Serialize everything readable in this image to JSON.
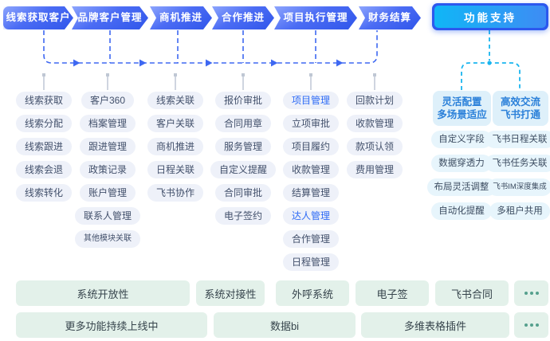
{
  "flow": {
    "steps": [
      {
        "label": "线索获取客户",
        "items": [
          {
            "label": "线索获取"
          },
          {
            "label": "线索分配"
          },
          {
            "label": "线索跟进"
          },
          {
            "label": "线索会退"
          },
          {
            "label": "线索转化"
          }
        ]
      },
      {
        "label": "品牌客户管理",
        "items": [
          {
            "label": "客户360"
          },
          {
            "label": "档案管理"
          },
          {
            "label": "跟进管理"
          },
          {
            "label": "政策记录"
          },
          {
            "label": "账户管理"
          },
          {
            "label": "联系人管理"
          },
          {
            "label": "其他模块关联",
            "small": true
          }
        ]
      },
      {
        "label": "商机推进",
        "items": [
          {
            "label": "线索关联"
          },
          {
            "label": "客户关联"
          },
          {
            "label": "商机推进"
          },
          {
            "label": "日程关联"
          },
          {
            "label": "飞书协作"
          }
        ]
      },
      {
        "label": "合作推进",
        "items": [
          {
            "label": "报价审批"
          },
          {
            "label": "合同用章"
          },
          {
            "label": "服务管理"
          },
          {
            "label": "自定义提醒"
          },
          {
            "label": "合同审批"
          },
          {
            "label": "电子签约"
          }
        ]
      },
      {
        "label": "项目执行管理",
        "items": [
          {
            "label": "项目管理",
            "accent": true
          },
          {
            "label": "立项审批"
          },
          {
            "label": "项目履约"
          },
          {
            "label": "收款管理"
          },
          {
            "label": "结算管理"
          },
          {
            "label": "达人管理",
            "accent": true
          },
          {
            "label": "合作管理"
          },
          {
            "label": "日程管理"
          }
        ]
      },
      {
        "label": "财务结算",
        "items": [
          {
            "label": "回款计划"
          },
          {
            "label": "收款管理"
          },
          {
            "label": "款项认领"
          },
          {
            "label": "费用管理"
          }
        ]
      }
    ]
  },
  "support": {
    "label": "功能支持",
    "groups": [
      {
        "header_line1": "灵活配置",
        "header_line2": "多场景适应",
        "items": [
          {
            "label": "自定义字段"
          },
          {
            "label": "数据穿透力"
          },
          {
            "label": "布局灵活调整"
          },
          {
            "label": "自动化提醒"
          }
        ]
      },
      {
        "header_line1": "高效交流",
        "header_line2": "飞书打通",
        "items": [
          {
            "label": "飞书日程关联"
          },
          {
            "label": "飞书任务关联"
          },
          {
            "label": "飞书IM深度集成",
            "small": true
          },
          {
            "label": "多租户共用"
          }
        ]
      }
    ]
  },
  "bottom": {
    "row1": [
      {
        "label": "系统开放性"
      },
      {
        "label": "系统对接性"
      },
      {
        "label": "外呼系统"
      },
      {
        "label": "电子签"
      },
      {
        "label": "飞书合同"
      },
      {
        "more": true,
        "icon": "ellipsis-icon"
      }
    ],
    "row2": [
      {
        "label": "更多功能持续上线中"
      },
      {
        "label": "数据bi"
      },
      {
        "label": "多维表格插件"
      },
      {
        "more": true,
        "icon": "ellipsis-icon"
      }
    ]
  },
  "colors": {
    "flow_button_blue": "#3d62f0",
    "support_cyan": "#10b6f6",
    "connector_blue": "#3e68f2",
    "connector_cyan": "#1ab5ef",
    "pill_bg": "#eef1f9",
    "accent_text": "#2e6bf5",
    "support_header_bg": "#def0fa",
    "support_header_text": "#2b80d9",
    "bottom_bar_bg": "#e3f1ea",
    "ellipsis_green": "#55a08d"
  }
}
